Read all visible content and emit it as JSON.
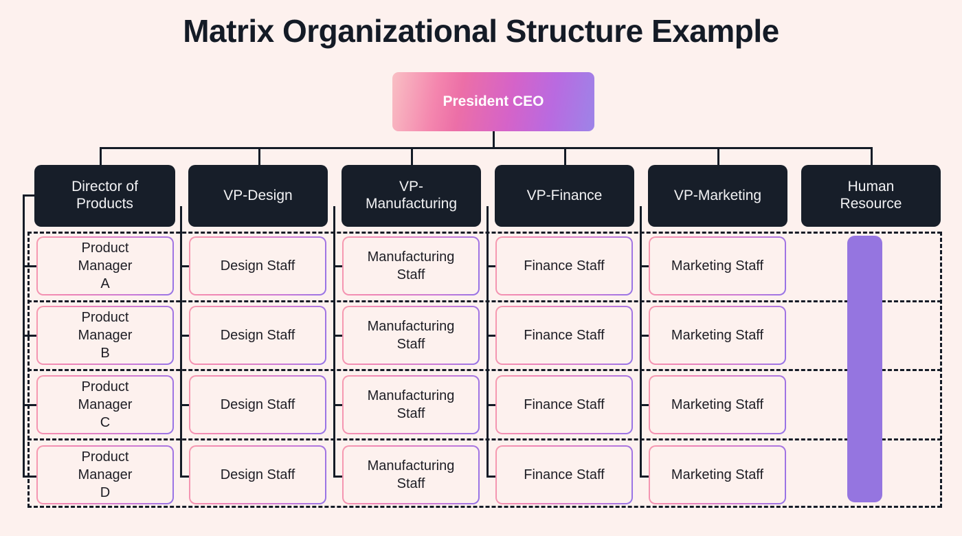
{
  "page": {
    "title": "Matrix Organizational Structure Example",
    "background_color": "#fdf1ee"
  },
  "colors": {
    "background": "#fdf1ee",
    "title_text": "#141b26",
    "dept_box_bg": "#171e29",
    "dept_box_text": "#f2f2f4",
    "line": "#141b26",
    "ceo_gradient_start": "#f9bfc4",
    "ceo_gradient_mid": "#ec6fa7",
    "ceo_gradient_end": "#9d84e8",
    "staff_border_start": "#f69ab0",
    "staff_border_end": "#9573e6",
    "staff_fill": "#fdf1ee",
    "hr_bar": "#9575e0"
  },
  "root": {
    "label": "President CEO"
  },
  "departments": [
    {
      "label": "Director of\nProducts",
      "name": "director-of-products"
    },
    {
      "label": "VP-Design",
      "name": "vp-design"
    },
    {
      "label": "VP-\nManufacturing",
      "name": "vp-manufacturing"
    },
    {
      "label": "VP-Finance",
      "name": "vp-finance"
    },
    {
      "label": "VP-Marketing",
      "name": "vp-marketing"
    },
    {
      "label": "Human\nResource",
      "name": "human-resource"
    }
  ],
  "matrix": {
    "rows": 4,
    "columns": 6,
    "cells": [
      [
        "Product\nManager\nA",
        "Design Staff",
        "Manufacturing\nStaff",
        "Finance Staff",
        "Marketing Staff",
        ""
      ],
      [
        "Product\nManager\nB",
        "Design Staff",
        "Manufacturing\nStaff",
        "Finance Staff",
        "Marketing Staff",
        ""
      ],
      [
        "Product\nManager\nC",
        "Design Staff",
        "Manufacturing\nStaff",
        "Finance Staff",
        "Marketing Staff",
        ""
      ],
      [
        "Product\nManager\nD",
        "Design Staff",
        "Manufacturing\nStaff",
        "Finance Staff",
        "Marketing Staff",
        ""
      ]
    ],
    "hr_column_bar": true
  }
}
